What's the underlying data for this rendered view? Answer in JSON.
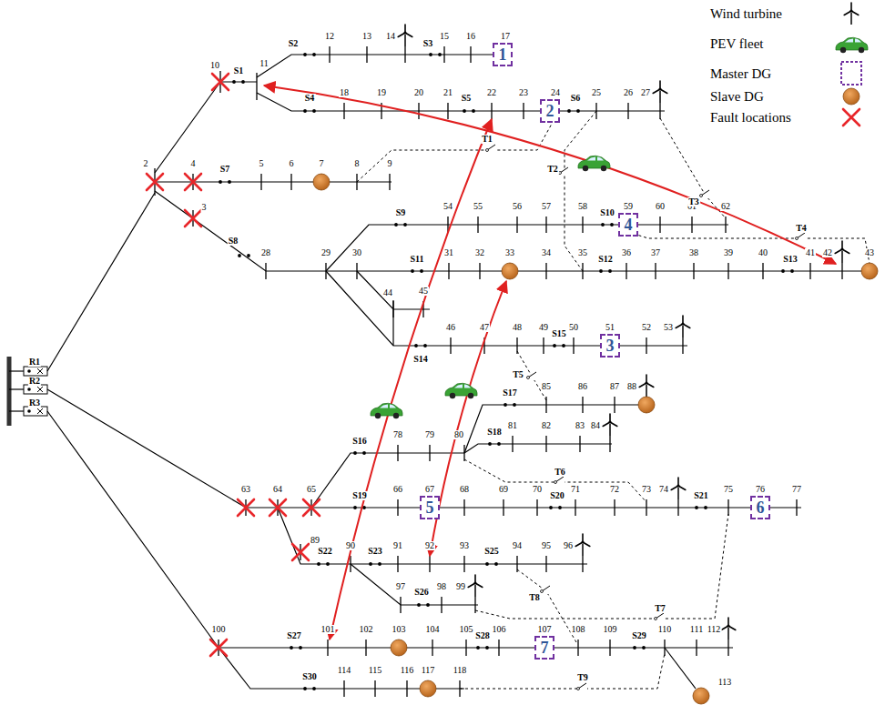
{
  "diagram": {
    "nodes": [
      {
        "text": [
          "1"
        ]
      },
      {
        "text": [
          "2"
        ]
      },
      {
        "text": [
          "4"
        ]
      },
      {
        "text": [
          "3"
        ]
      },
      {
        "text": [
          "5"
        ]
      },
      {
        "text": [
          "6"
        ]
      },
      {
        "text": [
          "7"
        ]
      }
    ],
    "labels": [
      "2",
      "3",
      "4",
      "5",
      "6",
      "7",
      "8",
      "9",
      "10",
      "11",
      "12",
      "13",
      "14",
      "15",
      "16",
      "17",
      "18",
      "19",
      "20",
      "21",
      "22",
      "23",
      "24",
      "25",
      "26",
      "27",
      "28",
      "29",
      "30",
      "31",
      "32",
      "33",
      "34",
      "35",
      "36",
      "37",
      "38",
      "39",
      "40",
      "41",
      "42",
      "43",
      "44",
      "45",
      "46",
      "47",
      "48",
      "49",
      "50",
      "51",
      "52",
      "53",
      "54",
      "55",
      "56",
      "57",
      "58",
      "59",
      "60",
      "61",
      "62",
      "63",
      "64",
      "65",
      "66",
      "67",
      "68",
      "69",
      "70",
      "71",
      "72",
      "73",
      "74",
      "75",
      "76",
      "77",
      "78",
      "79",
      "80",
      "81",
      "82",
      "83",
      "84",
      "85",
      "86",
      "87",
      "88",
      "89",
      "90",
      "91",
      "92",
      "93",
      "94",
      "95",
      "96",
      "97",
      "98",
      "99",
      "100",
      "101",
      "102",
      "103",
      "104",
      "105",
      "106",
      "107",
      "108",
      "109",
      "110",
      "111",
      "112",
      "113",
      "114",
      "115",
      "116",
      "117",
      "118",
      "S1",
      "S2",
      "S3",
      "S4",
      "S5",
      "S6",
      "S7",
      "S8",
      "S9",
      "S10",
      "S11",
      "S12",
      "S13",
      "S14",
      "S15",
      "S16",
      "S17",
      "S18",
      "S19",
      "S20",
      "S21",
      "S22",
      "S23",
      "S25",
      "S26",
      "S27",
      "S28",
      "S29",
      "S30",
      "T1",
      "T2",
      "T3",
      "T4",
      "T5",
      "T6",
      "T7",
      "T8",
      "T9",
      "R1",
      "R2",
      "R3"
    ],
    "legend": [
      {
        "text": "Wind turbine"
      },
      {
        "text": "PEV fleet"
      },
      {
        "text": "Master DG"
      },
      {
        "text": "Slave DG"
      },
      {
        "text": "Fault locations"
      }
    ]
  }
}
